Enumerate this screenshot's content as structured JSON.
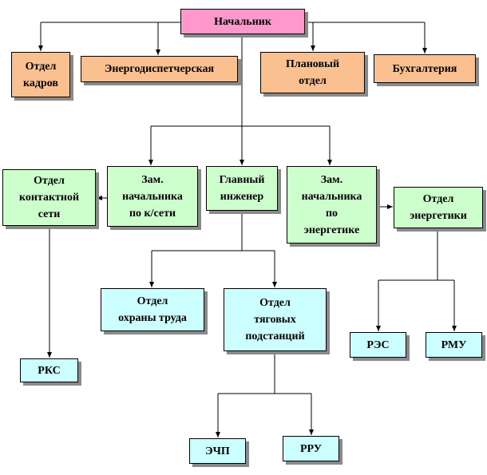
{
  "colors": {
    "head": "#ff99cc",
    "staff": "#fac090",
    "deputy": "#ccffcc",
    "unit": "#ccffff",
    "line": "#000000"
  },
  "nodes": {
    "chief": "Начальник",
    "hr": "Отдел\nкадров",
    "energy_dispatch": "Энергодиспетчерская",
    "planning": "Плановый\nотдел",
    "accounting": "Бухгалтерия",
    "contact_network": "Отдел\nконтактной\nсети",
    "deputy_network": "Зам.\nначальника\nпо к/сети",
    "chief_engineer": "Главный\nинженер",
    "deputy_energy": "Зам.\nначальника\nпо\nэнергетике",
    "power_dept": "Отдел\nэнергетики",
    "labor_safety": "Отдел\nохраны труда",
    "substations": "Отдел\nтяговых\nподстанций",
    "rks": "РКС",
    "res": "РЭС",
    "rmu": "РМУ",
    "echp": "ЭЧП",
    "rru": "РРУ"
  }
}
